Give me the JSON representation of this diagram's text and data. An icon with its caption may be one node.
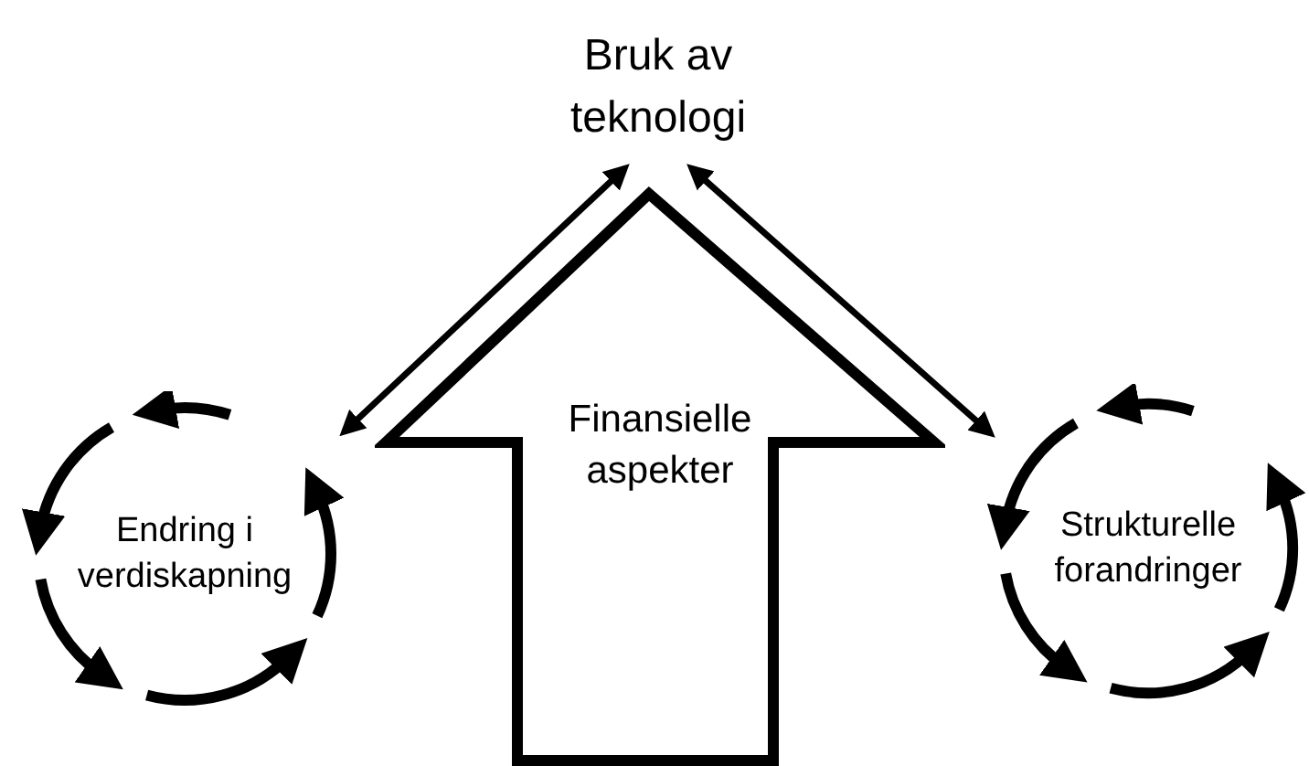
{
  "diagram": {
    "nodes": [
      {
        "text": [
          "Bruk av teknologi"
        ]
      },
      {
        "text": [
          "Finansielle aspekter"
        ]
      },
      {
        "text": [
          "Endring i verdiskapning"
        ]
      },
      {
        "text": [
          "Strukturelle forandringer"
        ]
      }
    ],
    "edges": [
      {
        "from": 2,
        "to": 0,
        "arrow": "both"
      },
      {
        "from": 0,
        "to": 3,
        "arrow": "both"
      }
    ]
  }
}
